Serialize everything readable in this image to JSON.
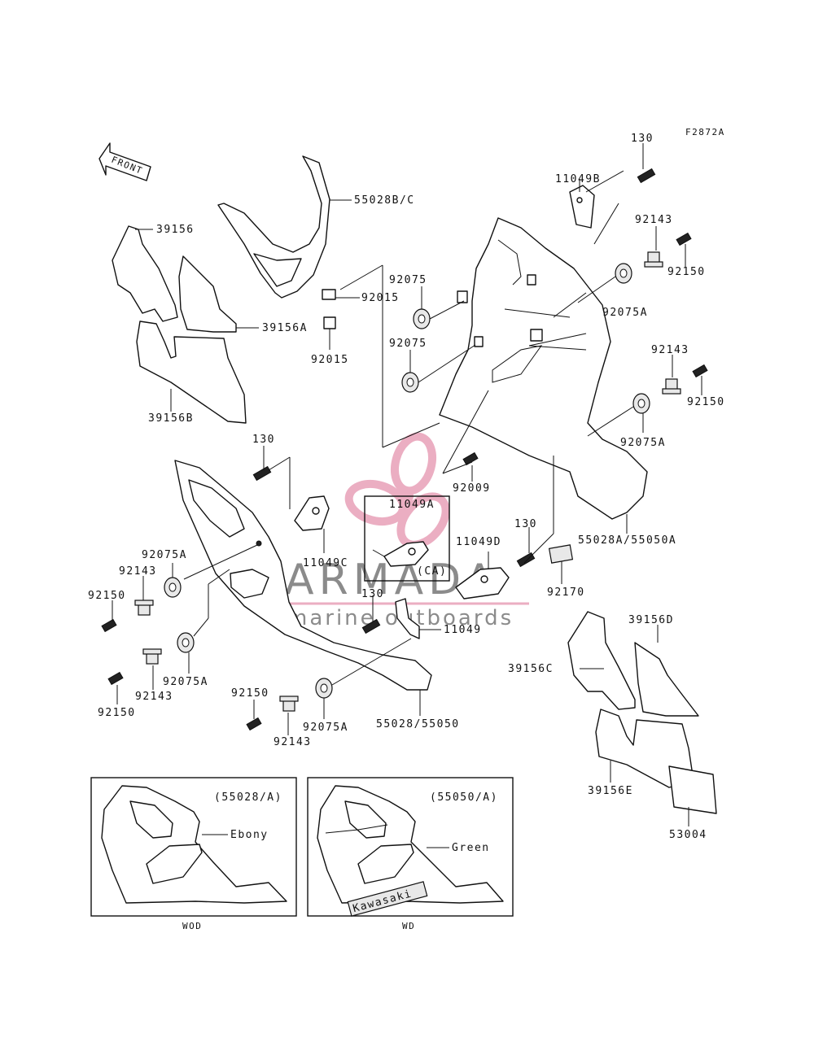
{
  "figure_code": "F2872A",
  "front_label": "FRONT",
  "watermark": {
    "brand": "ARMADA",
    "tagline": "marine outboards",
    "logo_color": "#e8a0b8"
  },
  "labels": {
    "l130_top": "130",
    "l11049B": "11049B",
    "l92143_a": "92143",
    "l92150_a": "92150",
    "l55028BC": "55028B/C",
    "l39156": "39156",
    "l92075_a": "92075",
    "l92015_a": "92015",
    "l92075A_a": "92075A",
    "l39156A": "39156A",
    "l92015_b": "92015",
    "l92075_b": "92075",
    "l92143_b": "92143",
    "l92150_b": "92150",
    "l39156B": "39156B",
    "l92075A_b": "92075A",
    "l130_mid": "130",
    "l92009": "92009",
    "l11049A": "11049A",
    "lCA": "(CA)",
    "l130_r": "130",
    "l55028A": "55028A/55050A",
    "l92075A_c": "92075A",
    "l92143_c": "92143",
    "l11049C": "11049C",
    "l11049D": "11049D",
    "l92150_c": "92150",
    "l92170": "92170",
    "l130_low": "130",
    "l11049": "11049",
    "l39156D": "39156D",
    "l39156C": "39156C",
    "l92075A_d": "92075A",
    "l92143_d": "92143",
    "l92150_d": "92150",
    "l92150_e": "92150",
    "l92075A_e": "92075A",
    "l55028_55050": "55028/55050",
    "l92143_e": "92143",
    "l39156E": "39156E",
    "l53004": "53004"
  },
  "variants": [
    {
      "code": "(55028/A)",
      "color_note": "Ebony",
      "model": "WOD"
    },
    {
      "code": "(55050/A)",
      "color_note": "Green",
      "model": "WD",
      "decal": "Kawasaki"
    }
  ]
}
